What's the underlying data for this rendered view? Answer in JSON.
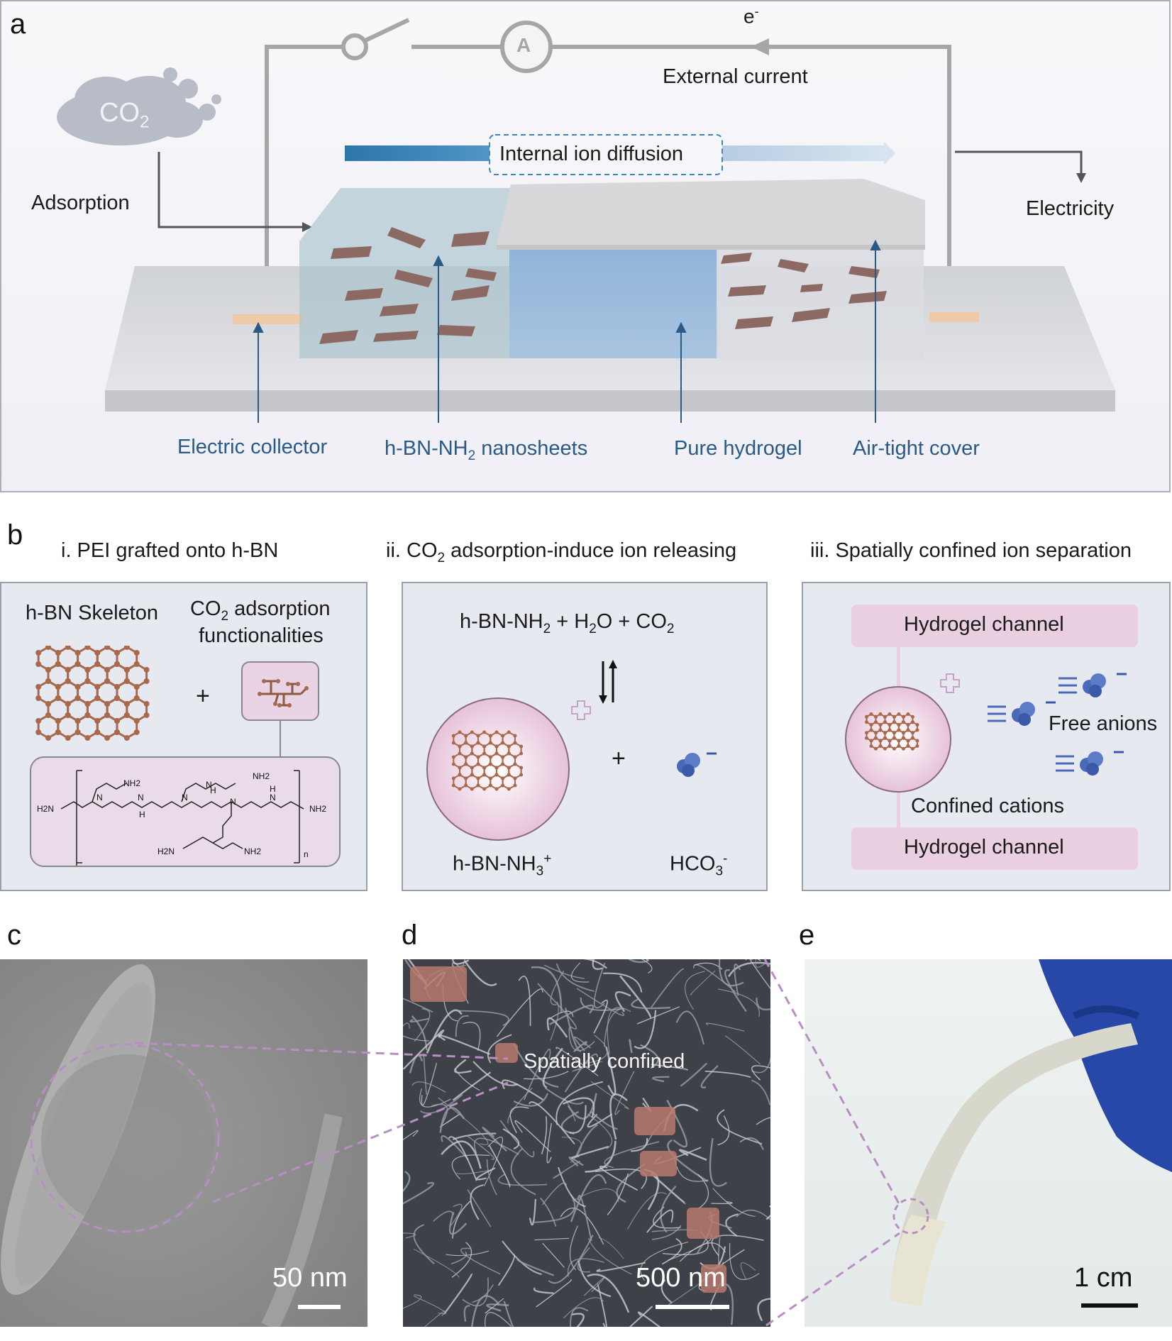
{
  "panel_a": {
    "letter": "a",
    "electron_label": "e",
    "electron_sup": "-",
    "ammeter_label": "A",
    "external_current": "External current",
    "co2_main": "CO",
    "co2_sub": "2",
    "adsorption": "Adsorption",
    "internal_ion_diffusion": "Internal ion diffusion",
    "electricity": "Electricity",
    "electric_collector": "Electric collector",
    "nanosheets_pre": "h-BN-NH",
    "nanosheets_sub": "2",
    "nanosheets_post": " nanosheets",
    "pure_hydrogel": "Pure hydrogel",
    "air_tight_cover": "Air-tight cover"
  },
  "panel_b": {
    "letter": "b",
    "title_i": "i. PEI grafted onto h-BN",
    "title_ii_pre": "ii. CO",
    "title_ii_sub": "2",
    "title_ii_post": " adsorption-induce ion releasing",
    "title_iii": "iii. Spatially confined ion separation",
    "hbn_skeleton": "h-BN Skeleton",
    "co2_adsorption_pre": "CO",
    "co2_adsorption_sub": "2",
    "co2_adsorption_post": " adsorption",
    "functionalities": "functionalities",
    "plus": "+",
    "eq_part1": "h-BN-NH",
    "eq_sub1": "2",
    "eq_part2": " + H",
    "eq_sub2": "2",
    "eq_part3": "O + CO",
    "eq_sub3": "2",
    "cation_pre": "h-BN-NH",
    "cation_sub": "3",
    "cation_sup": "+",
    "anion_pre": "HCO",
    "anion_sub": "3",
    "anion_sup": "-",
    "hydrogel_channel_top": "Hydrogel channel",
    "hydrogel_channel_bottom": "Hydrogel channel",
    "free_anions": "Free anions",
    "confined_cations": "Confined cations",
    "pei_labels": [
      "NH2",
      "NH2",
      "H2N",
      "N",
      "N",
      "N",
      "N",
      "N",
      "N",
      "H",
      "H",
      "H",
      "NH2",
      "H2N",
      "NH2",
      "n"
    ]
  },
  "panel_c": {
    "letter": "c",
    "scale": "50 nm"
  },
  "panel_d": {
    "letter": "d",
    "scale": "500 nm",
    "annotation": "Spatially confined"
  },
  "panel_e": {
    "letter": "e",
    "scale": "1 cm"
  },
  "colors": {
    "panel_bg": "#e6e9f0",
    "label_blue": "#2a5a86",
    "pink": "#e9cfe0",
    "confine_purple": "#b78fc2",
    "flake_brown": "#8c6a63"
  }
}
